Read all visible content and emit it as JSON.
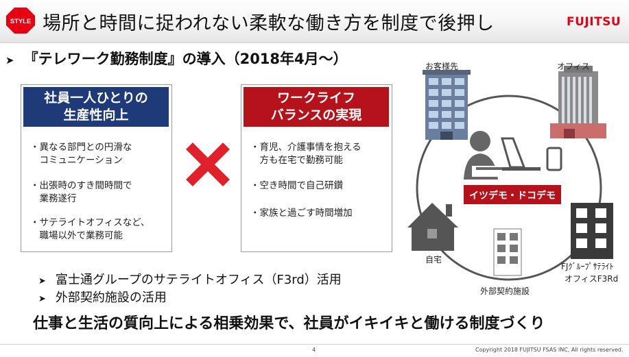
{
  "header": {
    "badge": "STYLE",
    "title": "場所と時間に捉われない柔軟な働き方を制度で後押し",
    "logo": "FUJITSU"
  },
  "subtitle": "『テレワーク勤務制度』の導入（2018年4月～）",
  "left_box": {
    "title_line1": "社員一人ひとりの",
    "title_line2": "生産性向上",
    "items": [
      "・異なる部門との円滑な\n　コミュニケーション",
      "・出張時のすき間時間で\n　業務遂行",
      "・サテライトオフィスなど、\n　職場以外で業務可能"
    ]
  },
  "right_box": {
    "title_line1": "ワークライフ",
    "title_line2": "バランスの実現",
    "items": [
      "・育児、介護事情を抱える\n　方も在宅で勤務可能",
      "・空き時間で自己研鑽",
      "・家族と過ごす時間増加"
    ]
  },
  "diagram": {
    "customer": "お客様先",
    "office": "オフィス",
    "center": "イツデモ・ドコデモ",
    "home": "自宅",
    "external": "外部契約施設",
    "satellite_line1": "FJｸﾞﾙｰﾌﾟｻﾃﾗｲﾄ",
    "satellite_line2": "オフィスF3Rd"
  },
  "bullets": [
    "富士通グループのサテライトオフィス（F3rd）活用",
    "外部契約施設の活用"
  ],
  "conclusion": "仕事と生活の質向上による相乗効果で、社員がイキイキと働ける制度づくり",
  "footer": {
    "page": "4",
    "copyright": "Copyright 2018 FUJITSU FSAS INC, All rights reserved."
  },
  "colors": {
    "navy": "#1f3a78",
    "red": "#b5121b",
    "cross": "#e0212b",
    "badge": "#e60012",
    "building": "#555555"
  }
}
